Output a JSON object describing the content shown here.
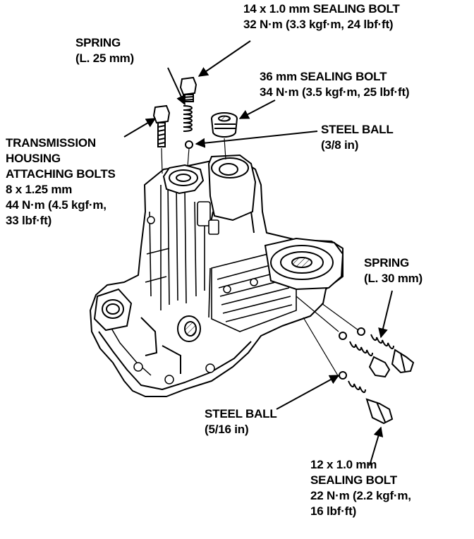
{
  "callouts": {
    "bolt_14mm": {
      "line1": "14 x 1.0 mm SEALING BOLT",
      "line2": "32 N·m (3.3 kgf·m, 24 lbf·ft)"
    },
    "spring_25": {
      "line1": "SPRING",
      "line2": "(L. 25 mm)"
    },
    "bolt_36mm": {
      "line1": "36 mm SEALING BOLT",
      "line2": "34 N·m (3.5 kgf·m, 25 lbf·ft)"
    },
    "steel_ball_3_8": {
      "line1": "STEEL BALL",
      "line2": "(3/8 in)"
    },
    "housing_bolts": {
      "line1": "TRANSMISSION",
      "line2": "HOUSING",
      "line3": "ATTACHING BOLTS",
      "line4": "8 x 1.25 mm",
      "line5": "44 N·m (4.5 kgf·m,",
      "line6": "33 lbf·ft)"
    },
    "spring_30": {
      "line1": "SPRING",
      "line2": "(L. 30 mm)"
    },
    "steel_ball_5_16": {
      "line1": "STEEL BALL",
      "line2": "(5/16 in)"
    },
    "bolt_12mm": {
      "line1": "12 x 1.0 mm",
      "line2": "SEALING BOLT",
      "line3": "22 N·m (2.2 kgf·m,",
      "line4": "16 lbf·ft)"
    }
  },
  "colors": {
    "ink": "#000000",
    "paper": "#ffffff"
  }
}
